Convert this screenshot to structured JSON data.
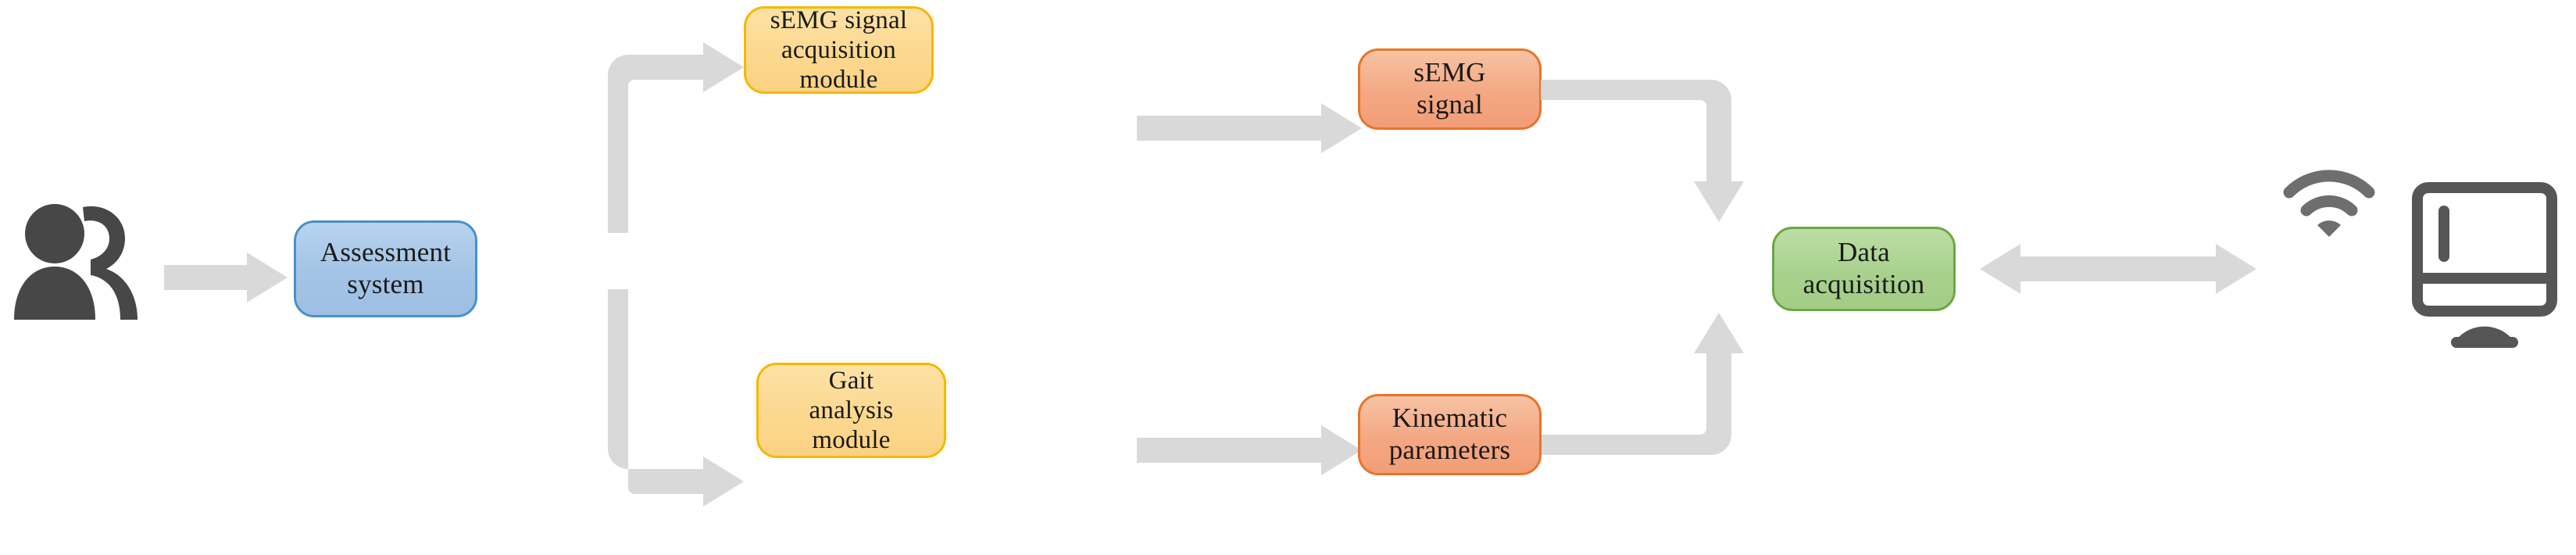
{
  "diagram": {
    "title": "Assessment system data acquisition flowchart",
    "palette": {
      "arrow": "#d9d9d9",
      "icon_dark": "#474747",
      "blue_fill": "#a3c4e6",
      "blue_stroke": "#4a90c8",
      "yellow_fill": "#fcd88f",
      "yellow_stroke": "#f5b800",
      "orange_fill": "#f4a783",
      "orange_stroke": "#e8742a",
      "green_fill": "#a9d18e",
      "green_stroke": "#6aa842",
      "text": "#1a1a1a"
    },
    "nodes": {
      "assessment_system": "Assessment\nsystem",
      "semg_acquisition_module": "sEMG signal\nacquisition\nmodule",
      "semg_signal": "sEMG\nsignal",
      "gait_analysis_module": "Gait\nanalysis\nmodule",
      "kinematic_parameters": "Kinematic\nparameters",
      "data_acquisition": "Data\nacquisition"
    },
    "icons": {
      "users": "users-icon",
      "wifi": "wifi-icon",
      "monitor": "monitor-icon"
    },
    "edges": [
      {
        "name": "users-to-assessment",
        "from": "users-icon",
        "to": "assessment_system",
        "style": "straight-right"
      },
      {
        "name": "assessment-to-semg-module",
        "from": "assessment_system",
        "to": "semg_acquisition_module",
        "style": "elbow-up-right"
      },
      {
        "name": "assessment-to-gait-module",
        "from": "assessment_system",
        "to": "gait_analysis_module",
        "style": "elbow-down-right"
      },
      {
        "name": "semg-module-to-semg-signal",
        "from": "semg_acquisition_module",
        "to": "semg_signal",
        "style": "straight-right"
      },
      {
        "name": "gait-module-to-kinematic",
        "from": "gait_analysis_module",
        "to": "kinematic_parameters",
        "style": "straight-right"
      },
      {
        "name": "semg-signal-to-data-acq",
        "from": "semg_signal",
        "to": "data_acquisition",
        "style": "elbow-right-down"
      },
      {
        "name": "kinematic-to-data-acq",
        "from": "kinematic_parameters",
        "to": "data_acquisition",
        "style": "elbow-right-up"
      },
      {
        "name": "data-acq-to-monitor",
        "from": "data_acquisition",
        "to": "monitor-icon",
        "style": "bidirectional"
      }
    ]
  }
}
